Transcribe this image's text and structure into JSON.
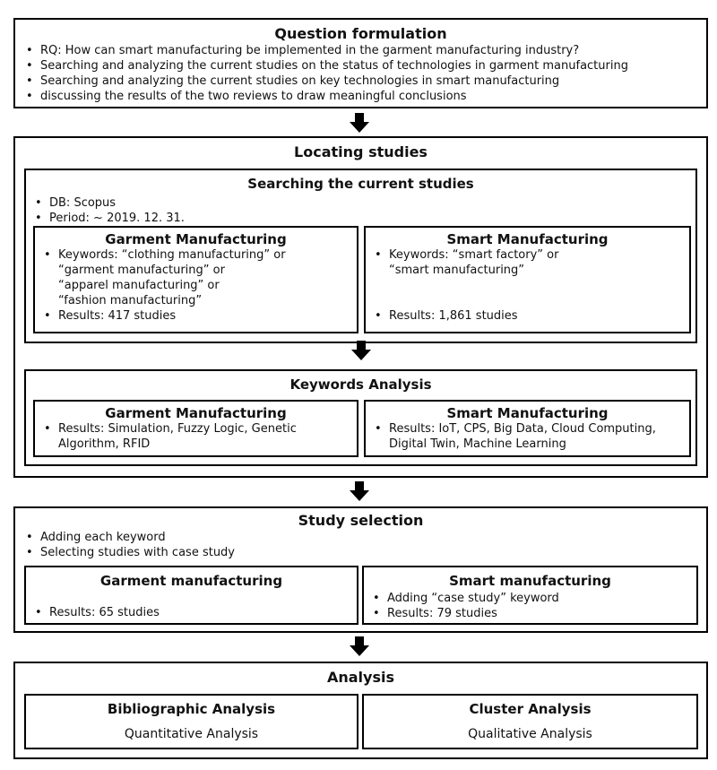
{
  "question": {
    "title": "Question formulation",
    "bullets": [
      "RQ: How can smart manufacturing be implemented in the garment manufacturing industry?",
      "Searching and analyzing the current studies on the status of technologies in garment manufacturing",
      "Searching and analyzing the current studies on key technologies in smart manufacturing",
      "discussing the results of the two reviews to draw meaningful conclusions"
    ]
  },
  "locating": {
    "title": "Locating studies",
    "searching": {
      "title": "Searching the current studies",
      "bullets": [
        "DB: Scopus",
        "Period: ~ 2019. 12. 31."
      ],
      "garment": {
        "title": "Garment Manufacturing",
        "keywords": "Keywords: “clothing manufacturing” or\n“garment manufacturing” or\n“apparel manufacturing” or\n“fashion manufacturing”",
        "results": "Results: 417 studies"
      },
      "smart": {
        "title": "Smart Manufacturing",
        "keywords": "Keywords: “smart factory” or\n“smart manufacturing”",
        "results": "Results: 1,861 studies"
      }
    },
    "keywords_analysis": {
      "title": "Keywords Analysis",
      "garment": {
        "title": "Garment Manufacturing",
        "results": "Results: Simulation, Fuzzy Logic, Genetic\nAlgorithm, RFID"
      },
      "smart": {
        "title": "Smart Manufacturing",
        "results": "Results: IoT, CPS, Big Data, Cloud Computing,\nDigital Twin, Machine Learning"
      }
    }
  },
  "selection": {
    "title": "Study selection",
    "bullets": [
      "Adding each keyword",
      "Selecting studies with case study"
    ],
    "garment": {
      "title": "Garment manufacturing",
      "results": "Results: 65 studies"
    },
    "smart": {
      "title": "Smart manufacturing",
      "bullets": [
        "Adding “case study” keyword",
        "Results: 79 studies"
      ]
    }
  },
  "analysis": {
    "title": "Analysis",
    "bibliographic": {
      "title": "Bibliographic Analysis",
      "sub": "Quantitative Analysis"
    },
    "cluster": {
      "title": "Cluster Analysis",
      "sub": "Qualitative Analysis"
    }
  }
}
